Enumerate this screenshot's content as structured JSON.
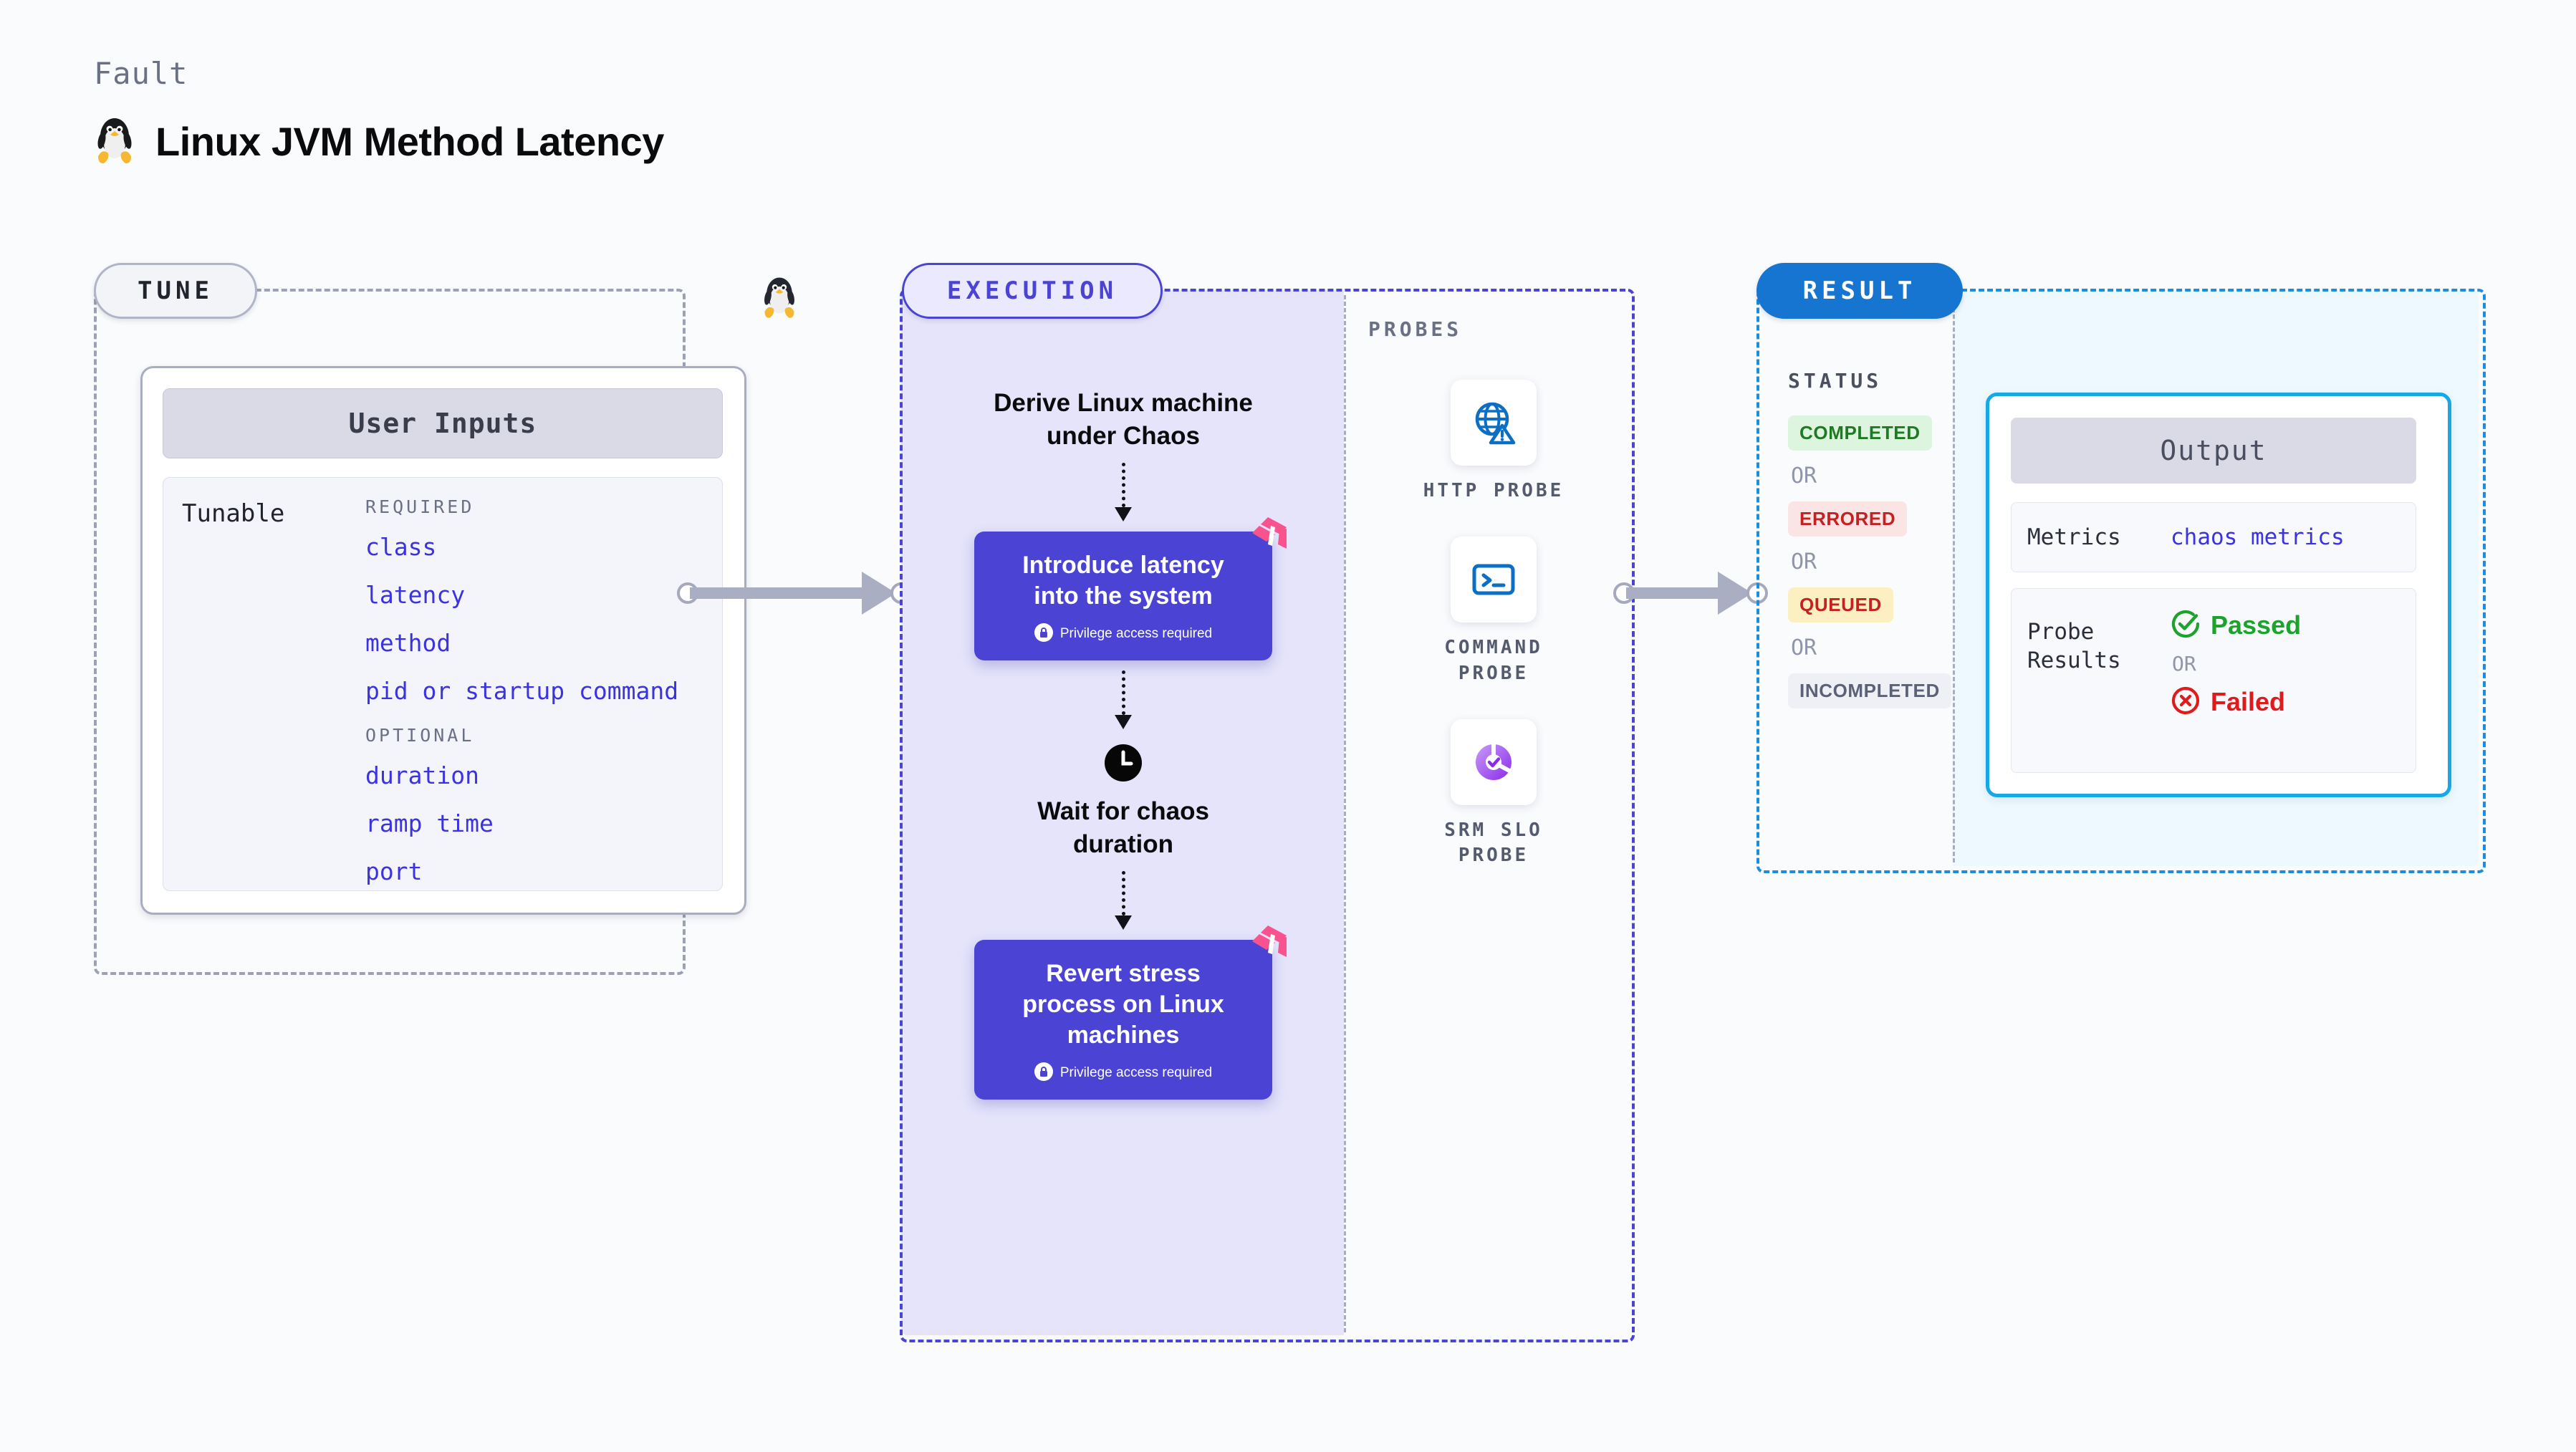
{
  "header": {
    "kicker": "Fault",
    "title": "Linux JVM Method Latency",
    "icon": "linux-penguin-icon"
  },
  "stages": {
    "tune": {
      "label": "TUNE"
    },
    "execution": {
      "label": "EXECUTION"
    },
    "probes": {
      "label": "PROBES"
    },
    "result": {
      "label": "RESULT"
    }
  },
  "tune": {
    "card_header": "User Inputs",
    "tunable_label": "Tunable",
    "groups": [
      {
        "heading": "REQUIRED",
        "items": [
          "class",
          "latency",
          "method",
          "pid or startup command"
        ]
      },
      {
        "heading": "OPTIONAL",
        "items": [
          "duration",
          "ramp time",
          "port"
        ]
      }
    ]
  },
  "execution": {
    "steps": [
      {
        "type": "text",
        "label": "Derive Linux machine\nunder Chaos"
      },
      {
        "type": "node",
        "label": "Introduce latency\ninto the system",
        "privilege_note": "Privilege access required",
        "badge": "harness-logo-icon"
      },
      {
        "type": "text-icon",
        "icon": "clock-icon",
        "label": "Wait for chaos\nduration"
      },
      {
        "type": "node",
        "label": "Revert stress\nprocess on Linux\nmachines",
        "privilege_note": "Privilege access required",
        "badge": "harness-logo-icon"
      }
    ],
    "node1_title": "Introduce latency into the system",
    "node1_line1": "Introduce latency",
    "node1_line2": "into the system",
    "node2_line1": "Revert stress",
    "node2_line2": "process on Linux",
    "node2_line3": "machines",
    "text1_line1": "Derive Linux machine",
    "text1_line2": "under Chaos",
    "text2_line1": "Wait for chaos",
    "text2_line2": "duration",
    "privilege_note": "Privilege access required"
  },
  "probes": [
    {
      "icon": "globe-warning-icon",
      "line1": "HTTP",
      "line2": "PROBE",
      "label": "HTTP PROBE"
    },
    {
      "icon": "terminal-icon",
      "line1": "COMMAND",
      "line2": "PROBE",
      "label": "COMMAND PROBE"
    },
    {
      "icon": "srm-slo-donut-icon",
      "line1": "SRM SLO",
      "line2": "PROBE",
      "label": "SRM SLO PROBE"
    }
  ],
  "result": {
    "status_label": "STATUS",
    "or_label": "OR",
    "statuses": [
      {
        "label": "COMPLETED",
        "tone": "success"
      },
      {
        "label": "ERRORED",
        "tone": "error"
      },
      {
        "label": "QUEUED",
        "tone": "warning"
      },
      {
        "label": "INCOMPLETED",
        "tone": "neutral"
      }
    ],
    "output": {
      "header": "Output",
      "metrics_key": "Metrics",
      "metrics_value": "chaos metrics",
      "probe_results_key_line1": "Probe",
      "probe_results_key_line2": "Results",
      "passed_label": "Passed",
      "failed_label": "Failed",
      "or_label": "OR"
    }
  },
  "colors": {
    "purple": "#4A43D4",
    "purple_tint": "#E5E4FB",
    "blue": "#1675D0",
    "cyan": "#17A8E8",
    "cyan_tint": "#EDF9FE",
    "pink": "#F9538F",
    "link_blue": "#3B32E0",
    "success": "#1CA32C",
    "error": "#DE1C1C",
    "gray_border": "#A9AEBE"
  }
}
